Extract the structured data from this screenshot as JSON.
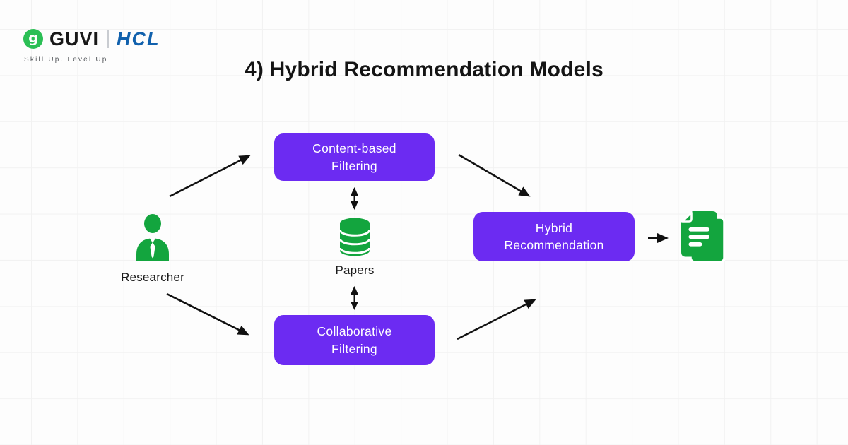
{
  "logo": {
    "mark": "g",
    "brand": "GUVI",
    "partner": "HCL",
    "tagline": "Skill Up. Level Up"
  },
  "title": "4) Hybrid Recommendation Models",
  "diagram": {
    "researcher": {
      "label": "Researcher"
    },
    "papers": {
      "label": "Papers"
    },
    "boxes": {
      "content_based": {
        "label": "Content-based\nFiltering"
      },
      "collaborative": {
        "label": "Collaborative\nFiltering"
      },
      "hybrid": {
        "label": "Hybrid\nRecommendation"
      }
    },
    "icons": {
      "researcher": "researcher-person-icon",
      "papers": "database-icon",
      "output": "documents-icon"
    }
  },
  "colors": {
    "box_purple": "#6C2BF2",
    "icon_green": "#13A53E",
    "logo_green": "#2BBF55",
    "hcl_blue": "#1161AD",
    "arrow_black": "#111111",
    "grid_line": "#F2F2F2",
    "background": "#FDFDFD"
  }
}
